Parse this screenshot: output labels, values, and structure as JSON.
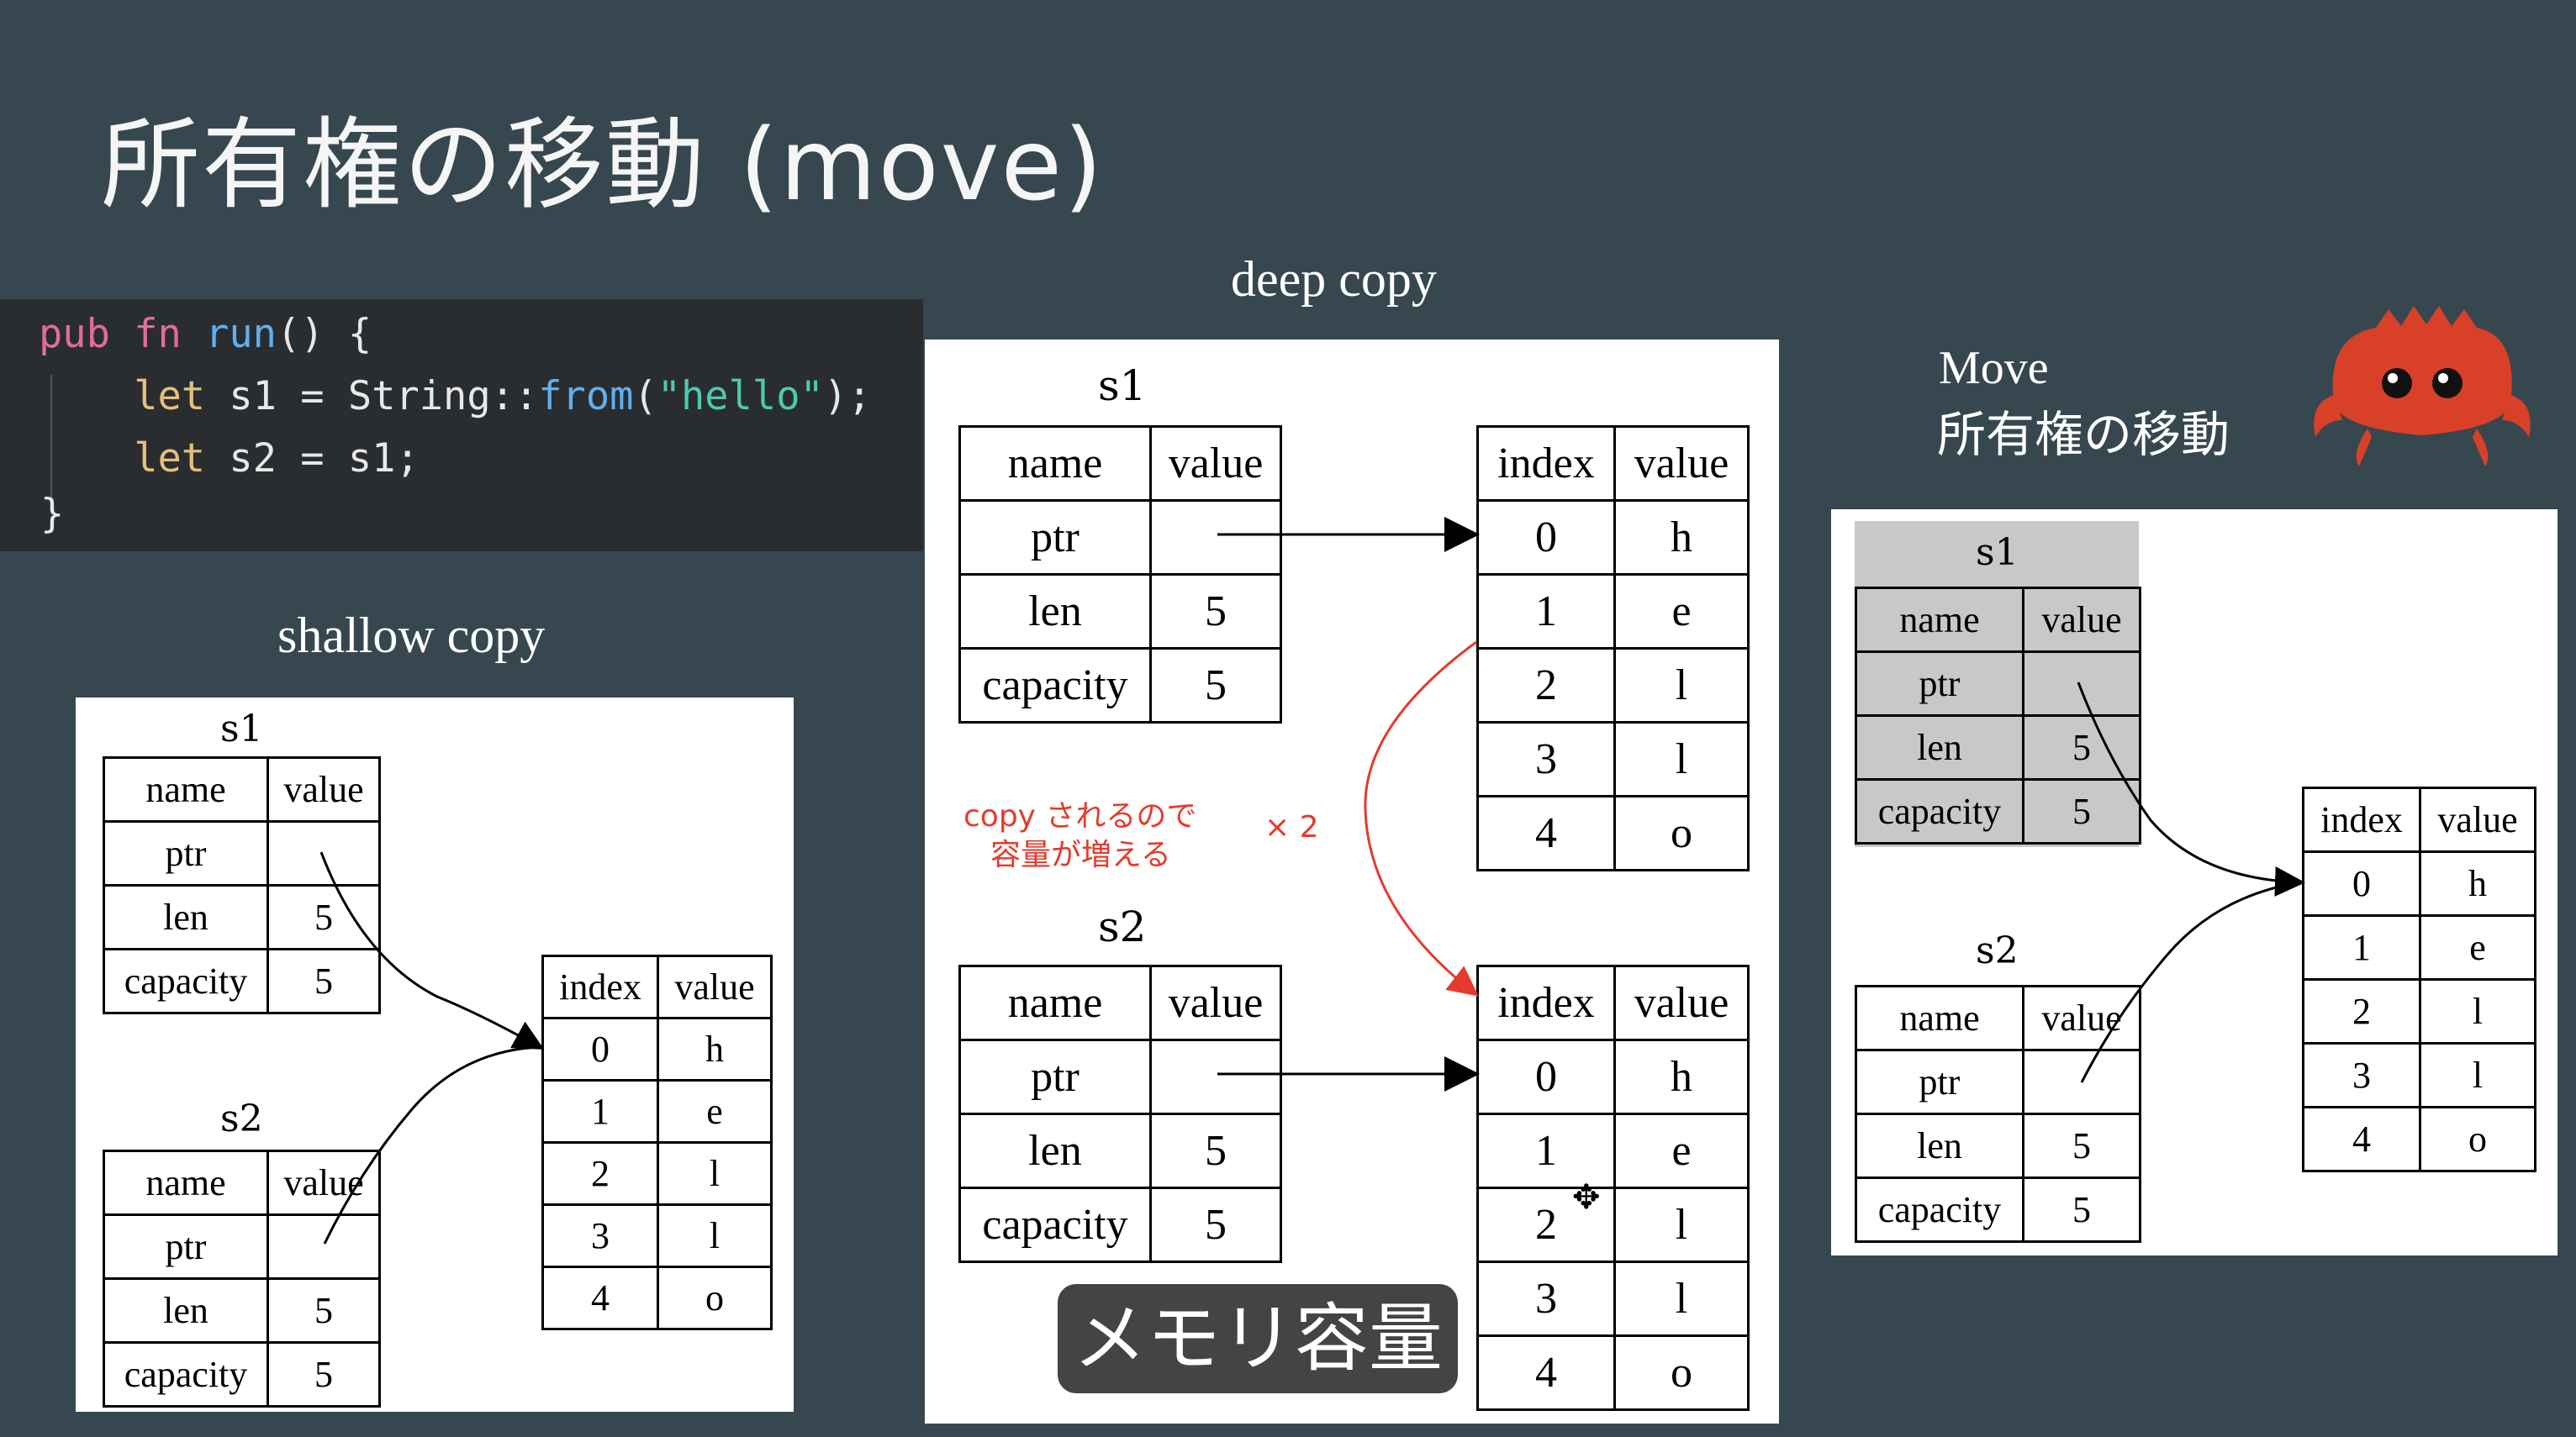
{
  "title": "所有権の移動 (move)",
  "code": {
    "lines": [
      [
        {
          "t": "pub",
          "c": "kw"
        },
        {
          "t": " "
        },
        {
          "t": "fn",
          "c": "kw"
        },
        {
          "t": " "
        },
        {
          "t": "run",
          "c": "fnname"
        },
        {
          "t": "() {"
        }
      ],
      [
        {
          "t": "    "
        },
        {
          "t": "let",
          "c": "kw2"
        },
        {
          "t": " s1 = String::"
        },
        {
          "t": "from",
          "c": "fnname"
        },
        {
          "t": "("
        },
        {
          "t": "\"hello\"",
          "c": "str"
        },
        {
          "t": ");"
        }
      ],
      [
        {
          "t": "    "
        },
        {
          "t": "let",
          "c": "kw2"
        },
        {
          "t": " s2 = s1;"
        }
      ],
      [
        {
          "t": "}"
        }
      ]
    ]
  },
  "labels": {
    "shallow": "shallow copy",
    "deep": "deep copy",
    "move_en": "Move",
    "move_ja": "所有権の移動",
    "copy_note_1": "copy されるので",
    "copy_note_2": "容量が増える",
    "times_two": "× 2",
    "memory_badge": "メモリ容量"
  },
  "tables": {
    "header": [
      "name",
      "value"
    ],
    "heap_header": [
      "index",
      "value"
    ],
    "var_rows": [
      [
        "ptr",
        ""
      ],
      [
        "len",
        "5"
      ],
      [
        "capacity",
        "5"
      ]
    ],
    "heap_rows": [
      [
        "0",
        "h"
      ],
      [
        "1",
        "e"
      ],
      [
        "2",
        "l"
      ],
      [
        "3",
        "l"
      ],
      [
        "4",
        "o"
      ]
    ],
    "s1": "s1",
    "s2": "s2"
  },
  "colors": {
    "background": "#37474f",
    "code_bg": "#2a2d30",
    "arrow_red": "#e53b2c",
    "moved_gray": "#c8c8c8",
    "ferris": "#d84127"
  }
}
